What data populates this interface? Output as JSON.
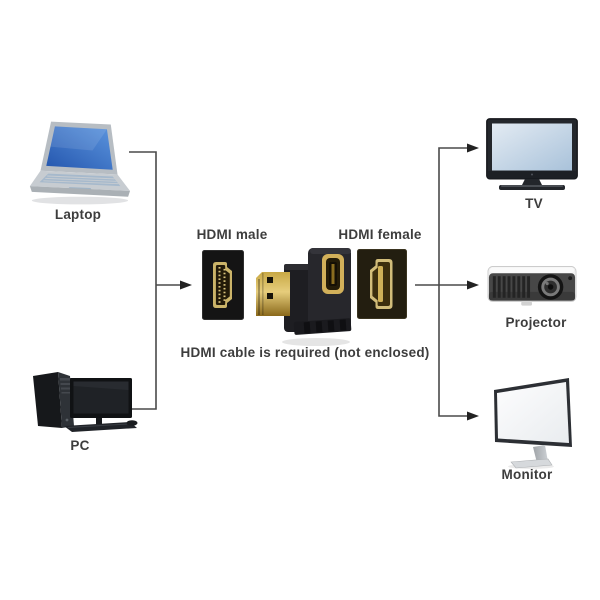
{
  "diagram": {
    "caption": "HDMI cable is required (not enclosed)",
    "adapter": {
      "male_label": "HDMI male",
      "female_label": "HDMI female"
    },
    "sources": [
      {
        "label": "Laptop"
      },
      {
        "label": "PC"
      }
    ],
    "outputs": [
      {
        "label": "TV"
      },
      {
        "label": "Projector"
      },
      {
        "label": "Monitor"
      }
    ],
    "colors": {
      "line": "#4a4a4a",
      "arrowhead": "#222222",
      "text": "#3d3d3d",
      "laptop_screen_blue": "#3a72c8",
      "tv_screen_blue": "#c5d8ec",
      "hdmi_gold": "#c9a845",
      "connector_body_black": "#18140d"
    }
  }
}
